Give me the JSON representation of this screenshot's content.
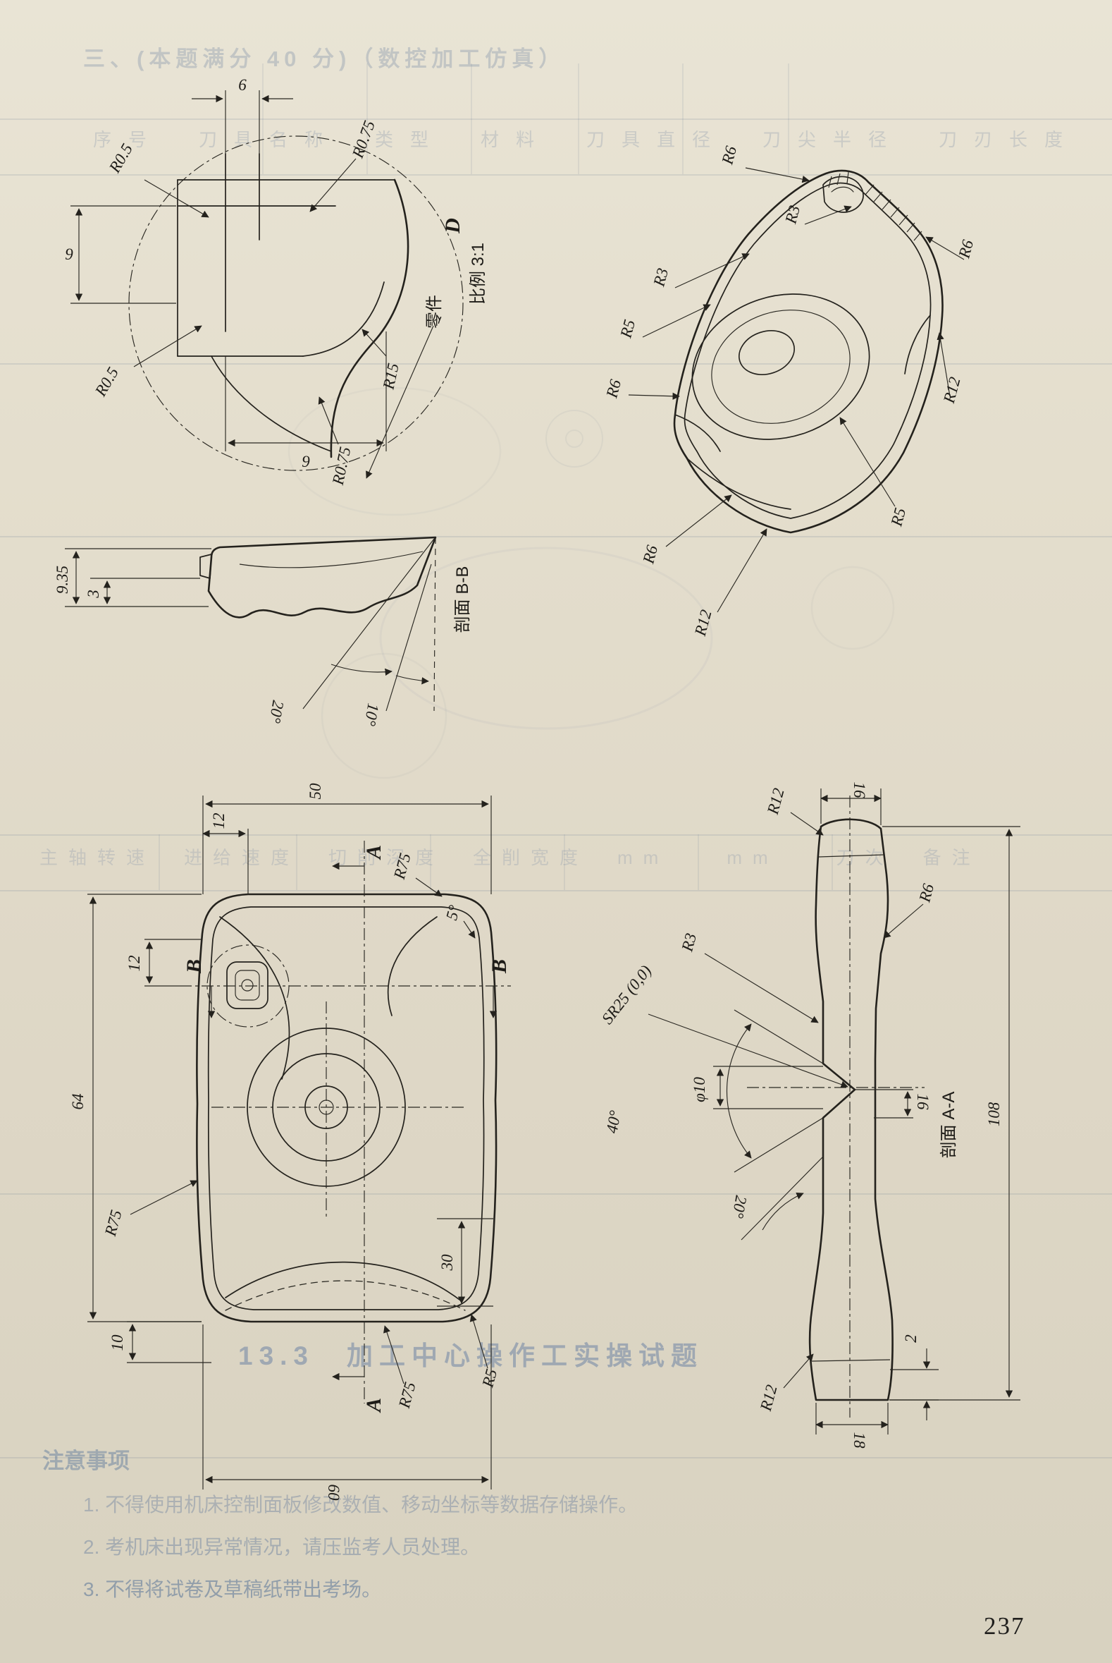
{
  "page": {
    "number": "237"
  },
  "bleed": {
    "line1": "三、(本题满分 40 分)（数控加工仿真）",
    "line2": "序号　刀具名称　类型　材料　刀具直径　刀尖半径　刀刃长度",
    "mid_row": "主轴转速　进给速度　切削深度　全削宽度　mm　　mm　　刀次　备注",
    "watermark": "13.3　加工中心操作工实操试题"
  },
  "notes": {
    "header": "注意事项",
    "n1": "1. 不得使用机床控制面板修改数值、移动坐标等数据存储操作。",
    "n2": "2. 考机床出现异常情况，请压监考人员处理。",
    "n3": "3. 不得将试卷及草稿纸带出考场。"
  },
  "detail_d": {
    "dim_6": "6",
    "r075_top": "R0.75",
    "r05_top": "R0.5",
    "dim_9_left": "9",
    "r05_bottom": "R0.5",
    "dim_9_bottom": "9",
    "r15": "R15",
    "r075_bottom": "R0.75",
    "view": "D",
    "scale": "比例 3:1",
    "part": "零件"
  },
  "iso": {
    "r6_top": "R6",
    "r3_top": "R3",
    "r6_right": "R6",
    "r3_left": "R3",
    "r5_left": "R5",
    "r6_left": "R6",
    "r12_right": "R12",
    "r5_lower": "R5",
    "r6_bottom": "R6",
    "r12_bottom": "R12"
  },
  "section_bb": {
    "dim_935": "9.35",
    "dim_3": "3",
    "angle_20": "20°",
    "angle_10": "10°",
    "label": "剖面 B-B"
  },
  "plan": {
    "dim_50": "50",
    "dim_12_top": "12",
    "dim_12_left": "12",
    "dim_64": "64",
    "dim_10": "10",
    "dim_30": "30",
    "dim_60": "60",
    "r75_top": "R75",
    "r75_left": "R75",
    "r75_bottom": "R75",
    "r5": "R5",
    "angle_5": "5°",
    "a_top": "A",
    "a_bottom": "A",
    "b_left": "B",
    "b_right": "B"
  },
  "section_aa": {
    "r12_top": "R12",
    "dim_16_top": "16",
    "r6": "R6",
    "r3": "R3",
    "sr25": "SR25 (0,0)",
    "phi10": "φ10",
    "angle_40": "40°",
    "dim_16_mid": "16",
    "angle_20": "20°",
    "label": "剖面 A-A",
    "dim_108": "108",
    "dim_2": "2",
    "r12_bottom": "R12",
    "dim_18": "18"
  }
}
